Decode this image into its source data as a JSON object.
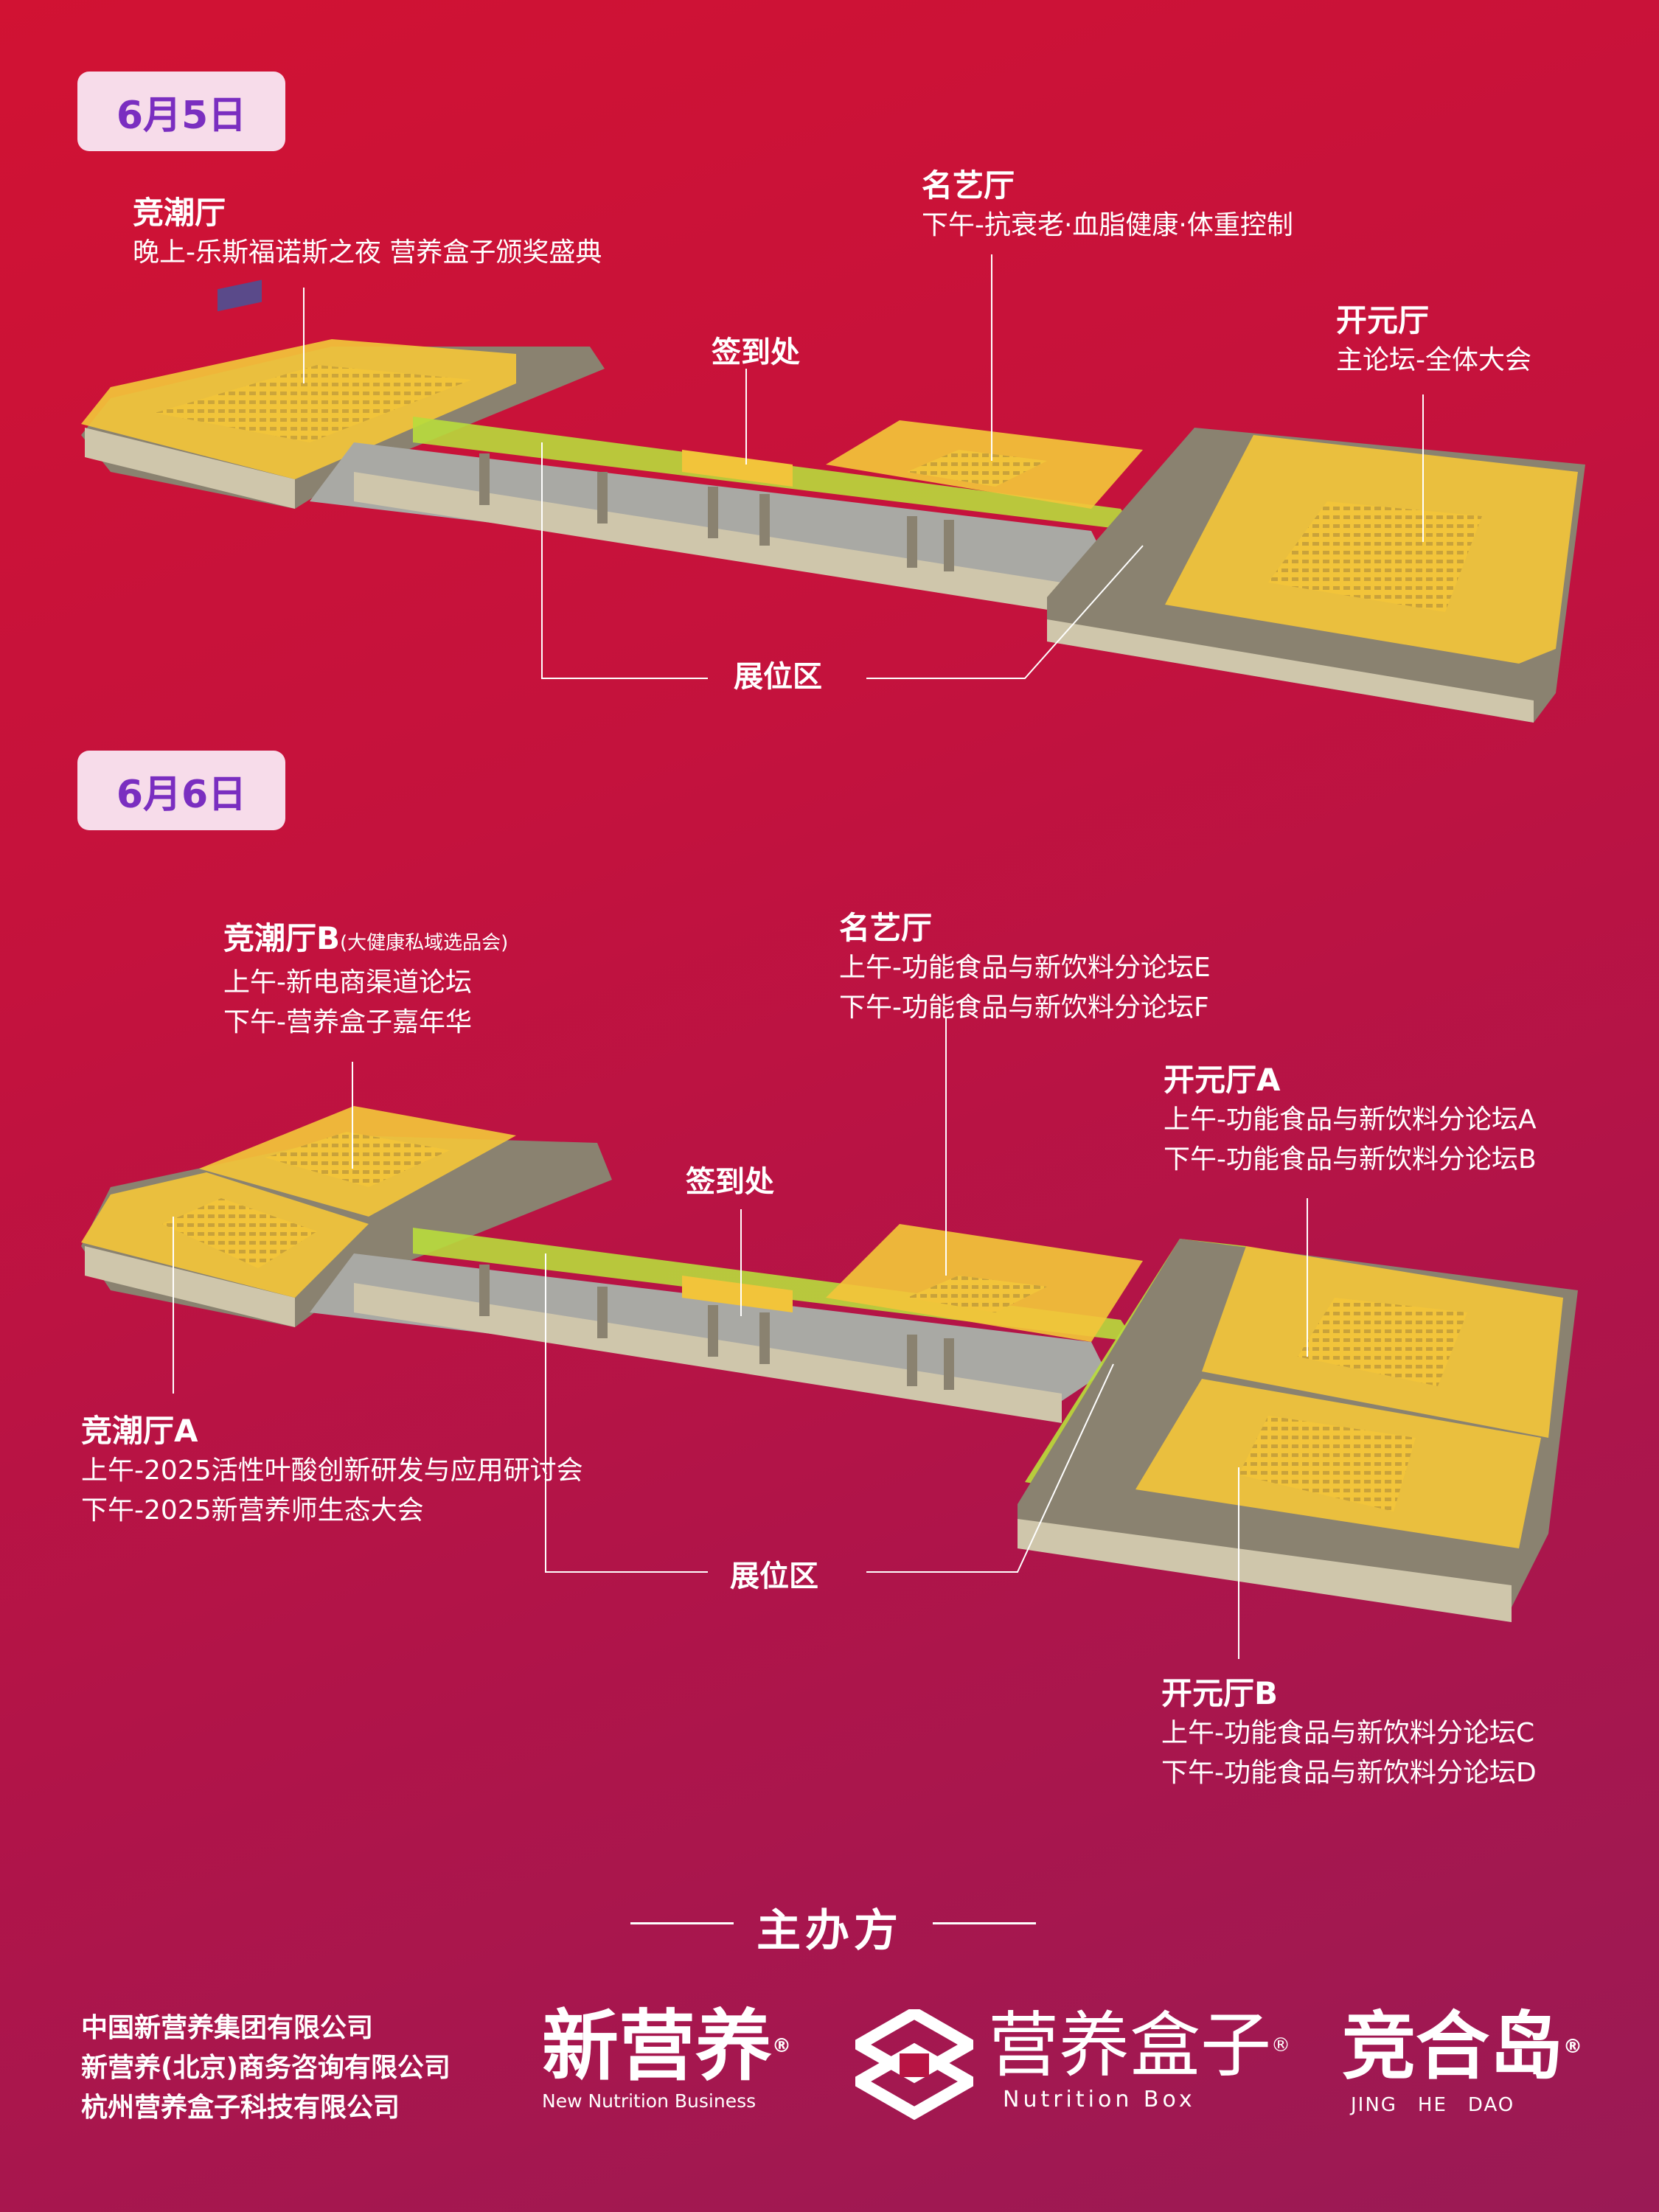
{
  "day1": {
    "date": "6月5日",
    "jingchao": {
      "name": "竞潮厅",
      "sessions": [
        "晚上-乐斯福诺斯之夜 营养盒子颁奖盛典"
      ]
    },
    "mingyi": {
      "name": "名艺厅",
      "sessions": [
        "下午-抗衰老·血脂健康·体重控制"
      ]
    },
    "kaiyuan": {
      "name": "开元厅",
      "sessions": [
        "主论坛-全体大会"
      ]
    },
    "checkin": "签到处",
    "exhibit": "展位区"
  },
  "day2": {
    "date": "6月6日",
    "jingchao_b": {
      "name": "竞潮厅B",
      "note": "(大健康私域选品会)",
      "sessions": [
        "上午-新电商渠道论坛",
        "下午-营养盒子嘉年华"
      ]
    },
    "jingchao_a": {
      "name": "竞潮厅A",
      "sessions": [
        "上午-2025活性叶酸创新研发与应用研讨会",
        "下午-2025新营养师生态大会"
      ]
    },
    "mingyi": {
      "name": "名艺厅",
      "sessions": [
        "上午-功能食品与新饮料分论坛E",
        "下午-功能食品与新饮料分论坛F"
      ]
    },
    "kaiyuan_a": {
      "name": "开元厅A",
      "sessions": [
        "上午-功能食品与新饮料分论坛A",
        "下午-功能食品与新饮料分论坛B"
      ]
    },
    "kaiyuan_b": {
      "name": "开元厅B",
      "sessions": [
        "上午-功能食品与新饮料分论坛C",
        "下午-功能食品与新饮料分论坛D"
      ]
    },
    "checkin": "签到处",
    "exhibit": "展位区"
  },
  "organizers": {
    "title": "主办方",
    "companies": [
      "中国新营养集团有限公司",
      "新营养(北京)商务咨询有限公司",
      "杭州营养盒子科技有限公司"
    ],
    "logos": [
      {
        "name": "新营养",
        "sub": "New Nutrition Business"
      },
      {
        "name": "营养盒子",
        "sub": "Nutrition Box"
      },
      {
        "name": "竞合岛",
        "sub": "JING　HE　DAO"
      }
    ],
    "reg_mark": "®"
  },
  "colors": {
    "yellow": "#f2c43a",
    "green": "#b8dc3c",
    "badge_bg": "#f7dcea",
    "badge_text": "#7a2ec0"
  }
}
